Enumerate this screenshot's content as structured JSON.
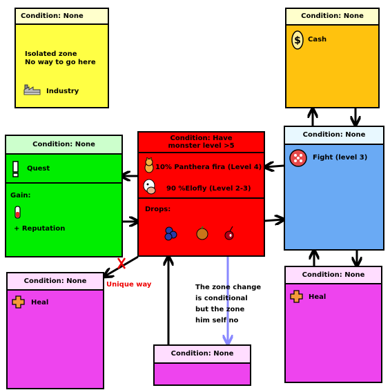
{
  "yellow_zone": {
    "condition": "Condition: None",
    "desc_line1": "Isolated zone",
    "desc_line2": "No way to go here",
    "item_label": "Industry",
    "item_icon": "factory-icon"
  },
  "cash_zone": {
    "condition": "Condition: None",
    "item_label": "Cash",
    "item_icon": "dollar-coin-icon"
  },
  "quest_zone": {
    "condition": "Condition: None",
    "quest_label": "Quest",
    "quest_icon": "exclamation-icon",
    "gain_label": "Gain:",
    "gain_icon": "potion-icon",
    "reputation_label": "+ Reputation"
  },
  "monster_zone": {
    "condition_line1": "Condition: Have",
    "condition_line2": "monster level >5",
    "monsters": [
      {
        "label": "10% Panthera fira (Level 4)",
        "icon": "fire-cat-icon"
      },
      {
        "label": "90 %Elofly (Level 2-3)",
        "icon": "elofly-icon"
      }
    ],
    "drops_label": "Drops:",
    "drops": [
      "berries-icon",
      "nut-icon",
      "cherry-icon"
    ]
  },
  "fight_zone": {
    "condition": "Condition: None",
    "item_label": "Fight (level 3)",
    "item_icon": "fight-target-icon"
  },
  "heal_left_zone": {
    "condition": "Condition: None",
    "item_label": "Heal",
    "item_icon": "heal-cross-icon"
  },
  "heal_right_zone": {
    "condition": "Condition: None",
    "item_label": "Heal",
    "item_icon": "heal-cross-icon"
  },
  "bottom_zone": {
    "condition": "Condition: None"
  },
  "annotations": {
    "unique_way": "Unique way",
    "note_line1": "The zone change",
    "note_line2": "is conditional",
    "note_line3": "but the zone",
    "note_line4": "him self no"
  },
  "colors": {
    "yellow_zone_bg": "#ffff44",
    "yellow_zone_hdr": "#ffffcc",
    "cash_zone_bg": "#ffc20e",
    "cash_zone_hdr": "#ffffcc",
    "quest_zone_bg": "#00ee00",
    "quest_zone_hdr": "#ccffcc",
    "monster_zone_bg": "#ff0000",
    "fight_zone_bg": "#6aaaf4",
    "fight_zone_hdr": "#e8f8ff",
    "heal_zone_bg": "#ee44ee",
    "heal_zone_hdr": "#ffddff",
    "unique_way_text": "#ee0000",
    "arrow_purple": "#8888ff"
  }
}
